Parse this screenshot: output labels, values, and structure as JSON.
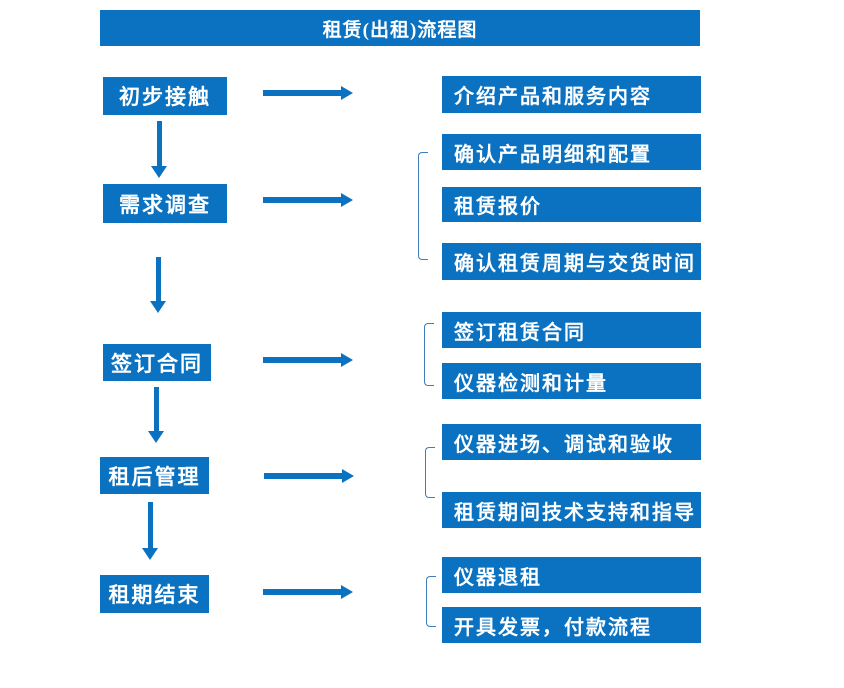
{
  "title": "租赁(出租)流程图",
  "colors": {
    "primary_blue": "#0b72c1",
    "bracket_blue": "#3f7cba",
    "text_white": "#ffffff",
    "background": "#ffffff"
  },
  "icons": {
    "down_arrow": "arrow-down-icon",
    "right_arrow": "arrow-right-icon",
    "group_bracket": "left-bracket-shape"
  },
  "stages": [
    {
      "label": "初步接触",
      "outputs": [
        "介绍产品和服务内容"
      ]
    },
    {
      "label": "需求调查",
      "outputs": [
        "确认产品明细和配置",
        "租赁报价",
        "确认租赁周期与交货时间"
      ]
    },
    {
      "label": "签订合同",
      "outputs": [
        "签订租赁合同",
        "仪器检测和计量"
      ]
    },
    {
      "label": "租后管理",
      "outputs": [
        "仪器进场、调试和验收",
        "租赁期间技术支持和指导"
      ]
    },
    {
      "label": "租期结束",
      "outputs": [
        "仪器退租",
        "开具发票，付款流程"
      ]
    }
  ]
}
